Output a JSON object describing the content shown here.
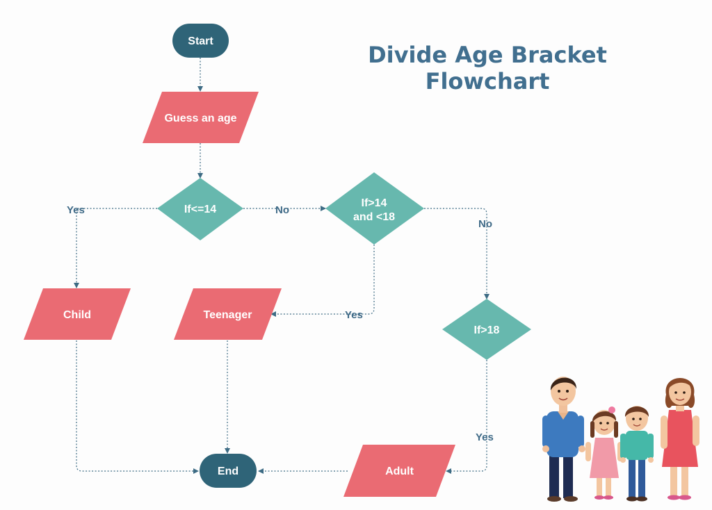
{
  "title": {
    "line1": "Divide Age Bracket",
    "line2": "Flowchart"
  },
  "colors": {
    "terminal": "#2f6478",
    "io": "#ea6b73",
    "decision": "#67b8ae",
    "edge": "#3d6b84",
    "label": "#3f6a87",
    "title": "#416f8f"
  },
  "nodes": {
    "start": "Start",
    "guess": "Guess an age",
    "decision1": "If<=14",
    "decision2": {
      "line1": "If>14",
      "line2": "and <18"
    },
    "decision3": "If>18",
    "child": "Child",
    "teenager": "Teenager",
    "adult": "Adult",
    "end": "End"
  },
  "edge_labels": {
    "d1_yes": "Yes",
    "d1_no": "No",
    "d2_yes": "Yes",
    "d2_no": "No",
    "d3_yes": "Yes"
  },
  "illustration": {
    "icon": "family-illustration-icon"
  }
}
